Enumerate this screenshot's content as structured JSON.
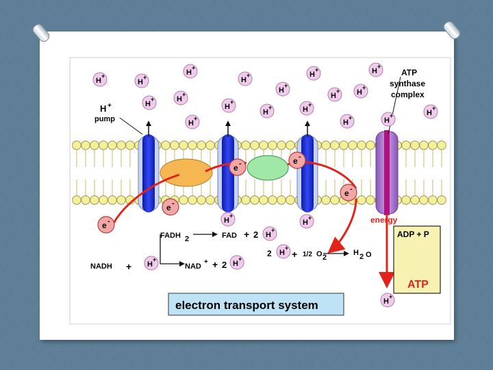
{
  "diagram": {
    "proton": "H",
    "proton_charge": "+",
    "electron": "e",
    "electron_charge": "-",
    "pump_label_top": "H",
    "pump_label_bottom": "pump",
    "atp_synthase_line1": "ATP",
    "atp_synthase_line2": "synthase",
    "atp_synthase_line3": "complex",
    "energy_label": "energy",
    "fadh_label": "FADH",
    "fadh_subscript": "2",
    "fad_label": "FAD",
    "plus": "+",
    "two": "2",
    "nadh_label": "NADH",
    "nad_label": "NAD",
    "nad_superscript": "+",
    "oxygen_coefficient": "1/2",
    "oxygen_label": "O",
    "oxygen_subscript": "2",
    "water_h": "H",
    "water_subscript": "2",
    "water_o": "O",
    "adp_label": "ADP + P",
    "atp_label": "ATP",
    "title": "electron transport system"
  },
  "colors": {
    "background": "#5f7f98",
    "membrane_head": "#f3ef9a",
    "protein_blue": "#1f2fd8",
    "protein_light": "#c6d3f3",
    "complex_orange": "#f6b752",
    "complex_green": "#9fe8a7",
    "atp_synthase": "#b27fd4",
    "atp_channel": "#b21080",
    "electron_fill": "#f3a6a6",
    "proton_fill": "#f1cbeb",
    "arrow_red": "#e3221a",
    "atp_box": "#f7f2b2",
    "title_box": "#bfe3f6"
  }
}
